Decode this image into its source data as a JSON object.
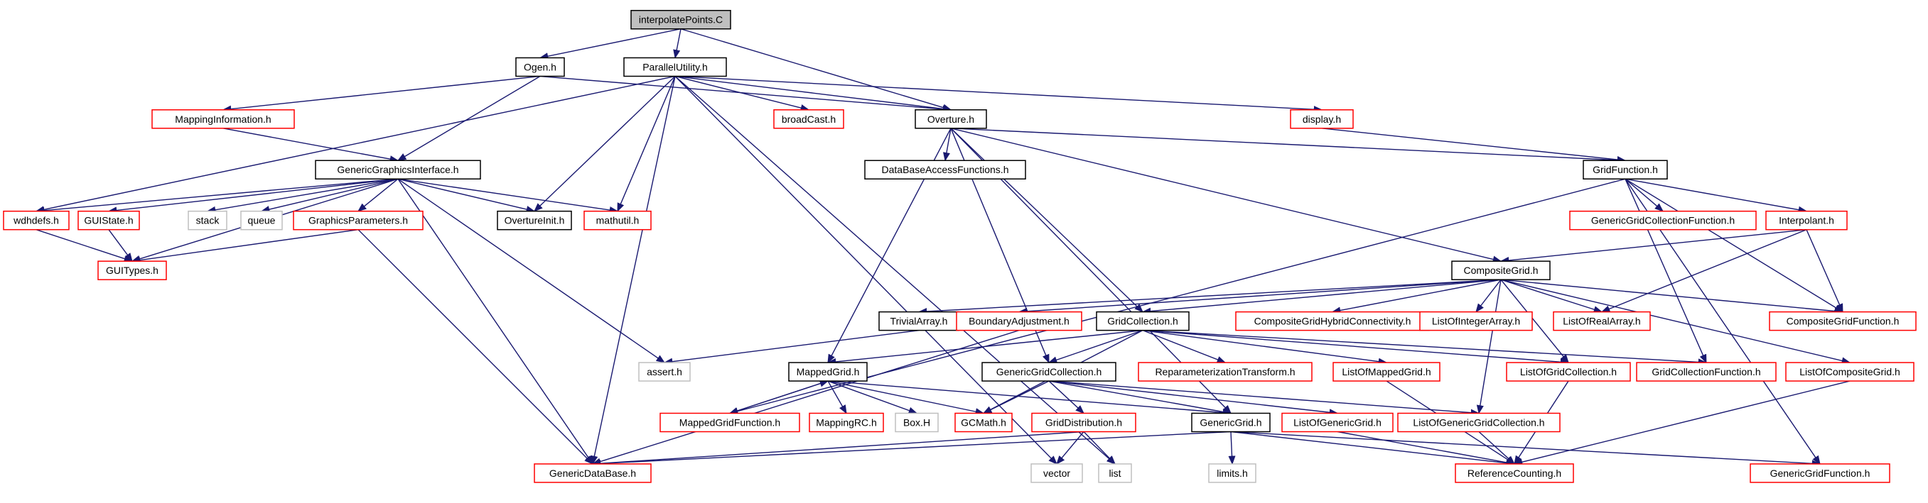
{
  "colors": {
    "edge": "#191970",
    "border_normal": "#000000",
    "border_missing_docs": "#ff0000",
    "border_external": "#bfbfbf",
    "root_fill": "#bfbfbf",
    "node_fill": "#ffffff"
  },
  "nodes": [
    {
      "id": "interpolatePoints",
      "label": "interpolatePoints.C",
      "kind": "root"
    },
    {
      "id": "Ogen",
      "label": "Ogen.h",
      "kind": "normal"
    },
    {
      "id": "ParallelUtility",
      "label": "ParallelUtility.h",
      "kind": "normal"
    },
    {
      "id": "MappingInformation",
      "label": "MappingInformation.h",
      "kind": "missing"
    },
    {
      "id": "broadCast",
      "label": "broadCast.h",
      "kind": "missing"
    },
    {
      "id": "Overture",
      "label": "Overture.h",
      "kind": "normal"
    },
    {
      "id": "display",
      "label": "display.h",
      "kind": "missing"
    },
    {
      "id": "GenericGraphicsInterface",
      "label": "GenericGraphicsInterface.h",
      "kind": "normal"
    },
    {
      "id": "DataBaseAccessFunctions",
      "label": "DataBaseAccessFunctions.h",
      "kind": "normal"
    },
    {
      "id": "GridFunction",
      "label": "GridFunction.h",
      "kind": "normal"
    },
    {
      "id": "wdhdefs",
      "label": "wdhdefs.h",
      "kind": "missing"
    },
    {
      "id": "GUIState",
      "label": "GUIState.h",
      "kind": "missing"
    },
    {
      "id": "stack",
      "label": "stack",
      "kind": "external"
    },
    {
      "id": "queue",
      "label": "queue",
      "kind": "external"
    },
    {
      "id": "GraphicsParameters",
      "label": "GraphicsParameters.h",
      "kind": "missing"
    },
    {
      "id": "OvertureInit",
      "label": "OvertureInit.h",
      "kind": "normal"
    },
    {
      "id": "mathutil",
      "label": "mathutil.h",
      "kind": "missing"
    },
    {
      "id": "GenericGridCollectionFunction",
      "label": "GenericGridCollectionFunction.h",
      "kind": "missing"
    },
    {
      "id": "Interpolant",
      "label": "Interpolant.h",
      "kind": "missing"
    },
    {
      "id": "GUITypes",
      "label": "GUITypes.h",
      "kind": "missing"
    },
    {
      "id": "CompositeGrid",
      "label": "CompositeGrid.h",
      "kind": "normal"
    },
    {
      "id": "TrivialArray",
      "label": "TrivialArray.h",
      "kind": "normal"
    },
    {
      "id": "BoundaryAdjustment",
      "label": "BoundaryAdjustment.h",
      "kind": "missing"
    },
    {
      "id": "GridCollection",
      "label": "GridCollection.h",
      "kind": "normal"
    },
    {
      "id": "CompositeGridHybridConnectivity",
      "label": "CompositeGridHybridConnectivity.h",
      "kind": "missing"
    },
    {
      "id": "ListOfIntegerArray",
      "label": "ListOfIntegerArray.h",
      "kind": "missing"
    },
    {
      "id": "ListOfRealArray",
      "label": "ListOfRealArray.h",
      "kind": "missing"
    },
    {
      "id": "CompositeGridFunction",
      "label": "CompositeGridFunction.h",
      "kind": "missing"
    },
    {
      "id": "assert",
      "label": "assert.h",
      "kind": "external"
    },
    {
      "id": "MappedGrid",
      "label": "MappedGrid.h",
      "kind": "normal"
    },
    {
      "id": "GenericGridCollection",
      "label": "GenericGridCollection.h",
      "kind": "normal"
    },
    {
      "id": "ReparameterizationTransform",
      "label": "ReparameterizationTransform.h",
      "kind": "missing"
    },
    {
      "id": "ListOfMappedGrid",
      "label": "ListOfMappedGrid.h",
      "kind": "missing"
    },
    {
      "id": "ListOfGridCollection",
      "label": "ListOfGridCollection.h",
      "kind": "missing"
    },
    {
      "id": "GridCollectionFunction",
      "label": "GridCollectionFunction.h",
      "kind": "missing"
    },
    {
      "id": "ListOfCompositeGrid",
      "label": "ListOfCompositeGrid.h",
      "kind": "missing"
    },
    {
      "id": "MappedGridFunction",
      "label": "MappedGridFunction.h",
      "kind": "missing"
    },
    {
      "id": "MappingRC",
      "label": "MappingRC.h",
      "kind": "missing"
    },
    {
      "id": "BoxH",
      "label": "Box.H",
      "kind": "external"
    },
    {
      "id": "GCMath",
      "label": "GCMath.h",
      "kind": "missing"
    },
    {
      "id": "GridDistribution",
      "label": "GridDistribution.h",
      "kind": "missing"
    },
    {
      "id": "GenericGrid",
      "label": "GenericGrid.h",
      "kind": "normal"
    },
    {
      "id": "ListOfGenericGrid",
      "label": "ListOfGenericGrid.h",
      "kind": "missing"
    },
    {
      "id": "ListOfGenericGridCollection",
      "label": "ListOfGenericGridCollection.h",
      "kind": "missing"
    },
    {
      "id": "GenericDataBase",
      "label": "GenericDataBase.h",
      "kind": "missing"
    },
    {
      "id": "vector",
      "label": "vector",
      "kind": "external"
    },
    {
      "id": "list",
      "label": "list",
      "kind": "external"
    },
    {
      "id": "limits",
      "label": "limits.h",
      "kind": "external"
    },
    {
      "id": "ReferenceCounting",
      "label": "ReferenceCounting.h",
      "kind": "missing"
    },
    {
      "id": "GenericGridFunction",
      "label": "GenericGridFunction.h",
      "kind": "missing"
    }
  ],
  "edges": [
    [
      "interpolatePoints",
      "Ogen"
    ],
    [
      "interpolatePoints",
      "ParallelUtility"
    ],
    [
      "interpolatePoints",
      "Overture"
    ],
    [
      "Ogen",
      "MappingInformation"
    ],
    [
      "Ogen",
      "Overture"
    ],
    [
      "Ogen",
      "GenericGraphicsInterface"
    ],
    [
      "ParallelUtility",
      "broadCast"
    ],
    [
      "ParallelUtility",
      "Overture"
    ],
    [
      "ParallelUtility",
      "display"
    ],
    [
      "ParallelUtility",
      "wdhdefs"
    ],
    [
      "ParallelUtility",
      "OvertureInit"
    ],
    [
      "ParallelUtility",
      "mathutil"
    ],
    [
      "ParallelUtility",
      "GenericDataBase"
    ],
    [
      "ParallelUtility",
      "vector"
    ],
    [
      "ParallelUtility",
      "list"
    ],
    [
      "MappingInformation",
      "GenericGraphicsInterface"
    ],
    [
      "GenericGraphicsInterface",
      "wdhdefs"
    ],
    [
      "GenericGraphicsInterface",
      "GUIState"
    ],
    [
      "GenericGraphicsInterface",
      "stack"
    ],
    [
      "GenericGraphicsInterface",
      "queue"
    ],
    [
      "GenericGraphicsInterface",
      "GraphicsParameters"
    ],
    [
      "GenericGraphicsInterface",
      "OvertureInit"
    ],
    [
      "GenericGraphicsInterface",
      "mathutil"
    ],
    [
      "GenericGraphicsInterface",
      "GUITypes"
    ],
    [
      "GenericGraphicsInterface",
      "assert"
    ],
    [
      "GenericGraphicsInterface",
      "GenericDataBase"
    ],
    [
      "wdhdefs",
      "GUITypes"
    ],
    [
      "GUIState",
      "GUITypes"
    ],
    [
      "GraphicsParameters",
      "GUITypes"
    ],
    [
      "GraphicsParameters",
      "GenericDataBase"
    ],
    [
      "display",
      "GridFunction"
    ],
    [
      "Overture",
      "DataBaseAccessFunctions"
    ],
    [
      "Overture",
      "GridFunction"
    ],
    [
      "Overture",
      "CompositeGrid"
    ],
    [
      "Overture",
      "GridCollection"
    ],
    [
      "Overture",
      "MappedGrid"
    ],
    [
      "Overture",
      "GenericGridCollection"
    ],
    [
      "Overture",
      "GenericGrid"
    ],
    [
      "GridFunction",
      "GenericGridCollectionFunction"
    ],
    [
      "GridFunction",
      "Interpolant"
    ],
    [
      "GridFunction",
      "CompositeGridFunction"
    ],
    [
      "GridFunction",
      "GridCollectionFunction"
    ],
    [
      "GridFunction",
      "MappedGridFunction"
    ],
    [
      "GridFunction",
      "GenericGridFunction"
    ],
    [
      "Interpolant",
      "CompositeGrid"
    ],
    [
      "Interpolant",
      "ListOfRealArray"
    ],
    [
      "Interpolant",
      "CompositeGridFunction"
    ],
    [
      "CompositeGrid",
      "TrivialArray"
    ],
    [
      "CompositeGrid",
      "BoundaryAdjustment"
    ],
    [
      "CompositeGrid",
      "GridCollection"
    ],
    [
      "CompositeGrid",
      "CompositeGridHybridConnectivity"
    ],
    [
      "CompositeGrid",
      "ListOfIntegerArray"
    ],
    [
      "CompositeGrid",
      "ListOfRealArray"
    ],
    [
      "CompositeGrid",
      "CompositeGridFunction"
    ],
    [
      "CompositeGrid",
      "ListOfCompositeGrid"
    ],
    [
      "CompositeGrid",
      "ListOfGridCollection"
    ],
    [
      "CompositeGrid",
      "ListOfGenericGridCollection"
    ],
    [
      "TrivialArray",
      "assert"
    ],
    [
      "BoundaryAdjustment",
      "GenericDataBase"
    ],
    [
      "GridCollection",
      "MappedGrid"
    ],
    [
      "GridCollection",
      "GenericGridCollection"
    ],
    [
      "GridCollection",
      "ReparameterizationTransform"
    ],
    [
      "GridCollection",
      "ListOfMappedGrid"
    ],
    [
      "GridCollection",
      "ListOfGridCollection"
    ],
    [
      "GridCollection",
      "GridCollectionFunction"
    ],
    [
      "GridCollection",
      "GCMath"
    ],
    [
      "MappedGrid",
      "MappedGridFunction"
    ],
    [
      "MappedGrid",
      "MappingRC"
    ],
    [
      "MappedGrid",
      "BoxH"
    ],
    [
      "MappedGrid",
      "GCMath"
    ],
    [
      "MappedGrid",
      "GenericGrid"
    ],
    [
      "MappedGridFunction",
      "MappedGrid"
    ],
    [
      "GenericGridCollection",
      "GCMath"
    ],
    [
      "GenericGridCollection",
      "GridDistribution"
    ],
    [
      "GenericGridCollection",
      "GenericGrid"
    ],
    [
      "GenericGridCollection",
      "ListOfGenericGrid"
    ],
    [
      "GenericGridCollection",
      "ListOfGenericGridCollection"
    ],
    [
      "GridDistribution",
      "GenericDataBase"
    ],
    [
      "GridDistribution",
      "vector"
    ],
    [
      "GridDistribution",
      "list"
    ],
    [
      "GenericGrid",
      "GenericDataBase"
    ],
    [
      "GenericGrid",
      "limits"
    ],
    [
      "GenericGrid",
      "ReferenceCounting"
    ],
    [
      "GenericGrid",
      "GenericGridFunction"
    ],
    [
      "ListOfMappedGrid",
      "ReferenceCounting"
    ],
    [
      "ListOfGridCollection",
      "ReferenceCounting"
    ],
    [
      "ListOfCompositeGrid",
      "ReferenceCounting"
    ],
    [
      "ListOfGenericGrid",
      "ReferenceCounting"
    ],
    [
      "ListOfGenericGridCollection",
      "ReferenceCounting"
    ]
  ]
}
